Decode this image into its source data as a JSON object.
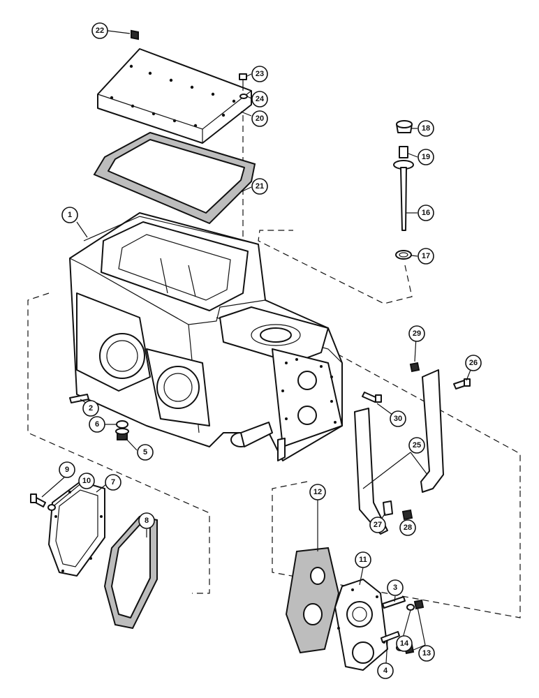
{
  "callouts": [
    {
      "id": "1",
      "label": "1"
    },
    {
      "id": "2",
      "label": "2"
    },
    {
      "id": "3",
      "label": "3"
    },
    {
      "id": "4",
      "label": "4"
    },
    {
      "id": "5",
      "label": "5"
    },
    {
      "id": "6",
      "label": "6"
    },
    {
      "id": "7",
      "label": "7"
    },
    {
      "id": "8",
      "label": "8"
    },
    {
      "id": "9",
      "label": "9"
    },
    {
      "id": "10",
      "label": "10"
    },
    {
      "id": "11",
      "label": "11"
    },
    {
      "id": "12",
      "label": "12"
    },
    {
      "id": "13",
      "label": "13"
    },
    {
      "id": "14",
      "label": "14"
    },
    {
      "id": "16",
      "label": "16"
    },
    {
      "id": "17",
      "label": "17"
    },
    {
      "id": "18",
      "label": "18"
    },
    {
      "id": "19",
      "label": "19"
    },
    {
      "id": "20",
      "label": "20"
    },
    {
      "id": "21",
      "label": "21"
    },
    {
      "id": "22",
      "label": "22"
    },
    {
      "id": "23",
      "label": "23"
    },
    {
      "id": "24",
      "label": "24"
    },
    {
      "id": "25",
      "label": "25"
    },
    {
      "id": "26",
      "label": "26"
    },
    {
      "id": "27",
      "label": "27"
    },
    {
      "id": "28",
      "label": "28"
    },
    {
      "id": "29",
      "label": "29"
    },
    {
      "id": "30",
      "label": "30"
    }
  ]
}
